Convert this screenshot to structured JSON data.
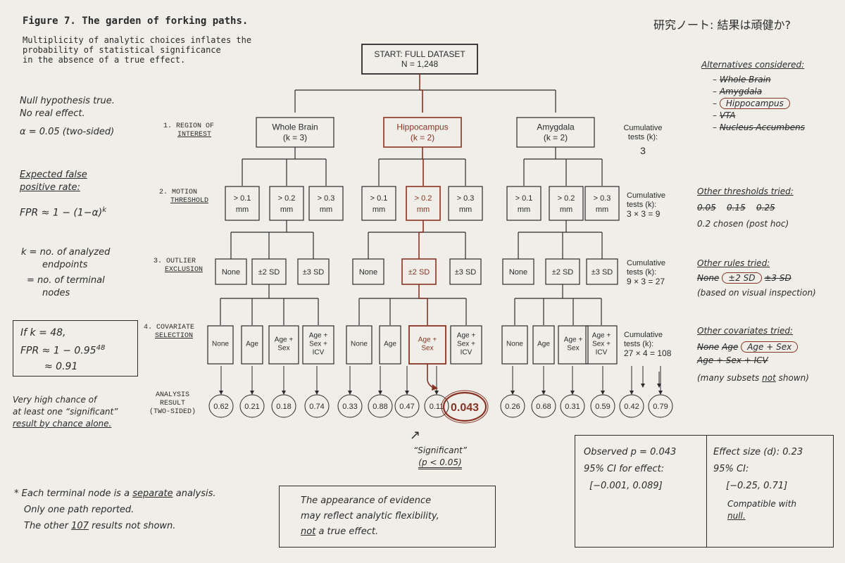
{
  "header": {
    "figure_label": "Figure 7.",
    "title": "The garden of forking paths.",
    "subtitle_lines": [
      "Multiplicity of analytic choices inflates the",
      "probability of statistical significance",
      "in the absence of a true effect."
    ],
    "jp_note": "研究ノート: 結果は頑健か?"
  },
  "left_notes": {
    "null1": "Null hypothesis true.",
    "null2": "No real effect.",
    "alpha": "α = 0.05 (two-sided)",
    "fpr_title1": "Expected false",
    "fpr_title2": "positive rate:",
    "fpr_formula": "FPR ≈ 1 − (1−α)",
    "fpr_exp": "k",
    "k_def1": "k = no. of analyzed",
    "k_def2": "endpoints",
    "k_def3": "= no. of terminal",
    "k_def4": "nodes",
    "if_k": "If  k = 48,",
    "fpr_48": "FPR ≈ 1 − 0.95",
    "fpr_48_exp": "48",
    "fpr_91": "≈ 0.91",
    "chance1": "Very high chance of",
    "chance2": "at least one “significant”",
    "chance3": "result by chance alone."
  },
  "steps": [
    {
      "num": "1.",
      "l1": "REGION OF",
      "l2": "INTEREST"
    },
    {
      "num": "2.",
      "l1": "MOTION",
      "l2": "THRESHOLD"
    },
    {
      "num": "3.",
      "l1": "OUTLIER",
      "l2": "EXCLUSION"
    },
    {
      "num": "4.",
      "l1": "COVARIATE",
      "l2": "SELECTION"
    }
  ],
  "analysis_label": [
    "ANALYSIS",
    "RESULT",
    "(TWO-SIDED)"
  ],
  "tree": {
    "start": [
      "START: FULL DATASET",
      "N = 1,248"
    ],
    "regions": [
      {
        "name": "Whole Brain",
        "k": "(k = 3)"
      },
      {
        "name": "Hippocampus",
        "k": "(k = 2)"
      },
      {
        "name": "Amygdala",
        "k": "(k = 2)"
      }
    ],
    "motion": [
      [
        "> 0.1",
        "mm"
      ],
      [
        "> 0.2",
        "mm"
      ],
      [
        "> 0.3",
        "mm"
      ]
    ],
    "outlier": [
      "None",
      "±2 SD",
      "±3 SD"
    ],
    "covariate": [
      [
        "None"
      ],
      [
        "Age"
      ],
      [
        "Age +",
        "Sex"
      ],
      [
        "Age +",
        "Sex +",
        "ICV"
      ]
    ],
    "results": [
      "0.62",
      "0.21",
      "0.18",
      "0.74",
      "0.33",
      "0.88",
      "0.47",
      "0.11",
      "0.043",
      "0.26",
      "0.68",
      "0.31",
      "0.59",
      "0.42",
      "0.79"
    ]
  },
  "cumulative": [
    {
      "l1": "Cumulative",
      "l2": "tests (k):",
      "v": "3"
    },
    {
      "l1": "Cumulative",
      "l2": "tests (k):",
      "v": "3 × 3 = 9"
    },
    {
      "l1": "Cumulative",
      "l2": "tests (k):",
      "v": "9 × 3 = 27"
    },
    {
      "l1": "Cumulative",
      "l2": "tests (k):",
      "v": "27 × 4 = 108"
    }
  ],
  "right_notes": {
    "alts_title": "Alternatives considered:",
    "alts": [
      "Whole Brain",
      "Amygdala",
      "Hippocampus",
      "VTA",
      "Nucleus Accumbens"
    ],
    "thr_title": "Other thresholds tried:",
    "thr_vals": [
      "0.05",
      "0.15",
      "0.25"
    ],
    "thr_chosen": "0.2 chosen (post hoc)",
    "rules_title": "Other rules tried:",
    "rules_none": "None",
    "rules_2sd": "±2 SD",
    "rules_3sd": "±3 SD",
    "rules_basis": "(based on visual inspection)",
    "cov_title": "Other covariates tried:",
    "cov_none": "None",
    "cov_age": "Age",
    "cov_agesex": "Age + Sex",
    "cov_icv": "Age + Sex + ICV",
    "cov_many1": "(many subsets",
    "cov_many2": "not",
    "cov_many3": "shown)"
  },
  "significant": {
    "l1": "“Significant”",
    "l2": "(p < 0.05)"
  },
  "footer": {
    "star1a": "* Each terminal node is a",
    "star1b": "separate",
    "star1c": "analysis.",
    "star2": "Only one path reported.",
    "star3a": "The other",
    "star3b": "107",
    "star3c": "results not shown.",
    "box1": "The appearance of evidence",
    "box2": "may reflect analytic flexibility,",
    "box3a": "not",
    "box3b": "a true effect."
  },
  "stats_box": {
    "obs": "Observed  p = 0.043",
    "ci_label": "95% CI for effect:",
    "ci_val": "[−0.001, 0.089]",
    "es": "Effect size (d): 0.23",
    "es_ci_label": "95% CI:",
    "es_ci_val": "[−0.25, 0.71]",
    "compat1": "Compatible with",
    "compat2": "null."
  },
  "colors": {
    "ink": "#2b2b2b",
    "highlight": "#8a3324",
    "paper": "#efeee8"
  }
}
